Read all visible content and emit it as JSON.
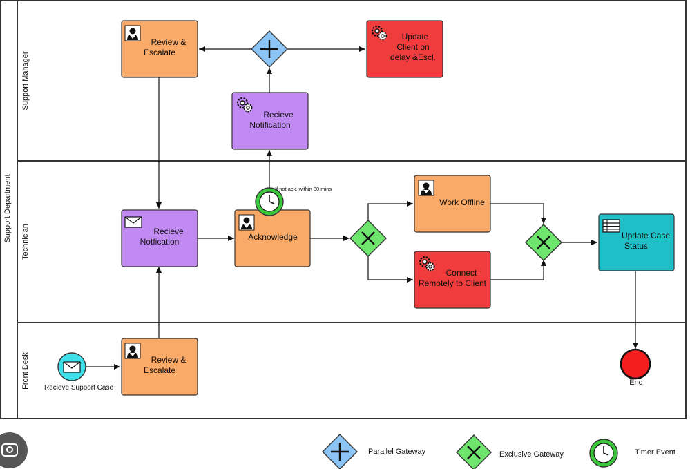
{
  "pool": {
    "title": "Support Department"
  },
  "lanes": {
    "manager": "Support Manager",
    "technician": "Technician",
    "front_desk": "Front Desk"
  },
  "tasks": {
    "review_escalate_manager": {
      "lines": [
        "Review &",
        "Escalate"
      ],
      "icon": "user-icon",
      "color": "#F9A968"
    },
    "update_client": {
      "lines": [
        "Update",
        "Client on",
        "delay &Escl."
      ],
      "icon": "gear-icon",
      "color": "#F03C3C"
    },
    "receive_notification_manager": {
      "lines": [
        "Recieve",
        "Notification"
      ],
      "icon": "gear-icon",
      "color": "#C08AF2"
    },
    "receive_notification_tech": {
      "lines": [
        "Recieve",
        "Notfication"
      ],
      "icon": "envelope-icon",
      "color": "#C08AF2"
    },
    "acknowledge": {
      "lines": [
        "Acknowledge"
      ],
      "icon": "user-icon",
      "color": "#F9A968"
    },
    "work_offline": {
      "lines": [
        "Work Offline"
      ],
      "icon": "user-icon",
      "color": "#F9A968"
    },
    "connect_remotely": {
      "lines": [
        "Connect",
        "Remotely to Client"
      ],
      "icon": "gear-icon",
      "color": "#F03C3C"
    },
    "update_case_status": {
      "lines": [
        "Update Case",
        "Status"
      ],
      "icon": "table-icon",
      "color": "#1FBFC8"
    },
    "review_escalate_front": {
      "lines": [
        "Review &",
        "Escalate"
      ],
      "icon": "user-icon",
      "color": "#F9A968"
    }
  },
  "events": {
    "start": {
      "label": "Recieve Support Case",
      "icon": "envelope-icon",
      "color": "#3EE0EA"
    },
    "end": {
      "label": "End",
      "color": "#F51E1E"
    },
    "timer": {
      "label": "If not ack. within 30 mins",
      "icon": "clock-icon",
      "color": "#3CC83C"
    }
  },
  "legend": {
    "parallel": {
      "label": "Parallel Gateway",
      "icon": "plus-icon",
      "color": "#8CC4F5"
    },
    "exclusive": {
      "label": "Exclusive Gateway",
      "icon": "x-icon",
      "color": "#6EE66E"
    },
    "timer": {
      "label": "Timer Event",
      "icon": "clock-icon",
      "color": "#3CC83C"
    }
  },
  "colors": {
    "parallel_gateway": "#8CC4F5",
    "exclusive_gateway": "#6EE66E",
    "border": "#333333"
  }
}
